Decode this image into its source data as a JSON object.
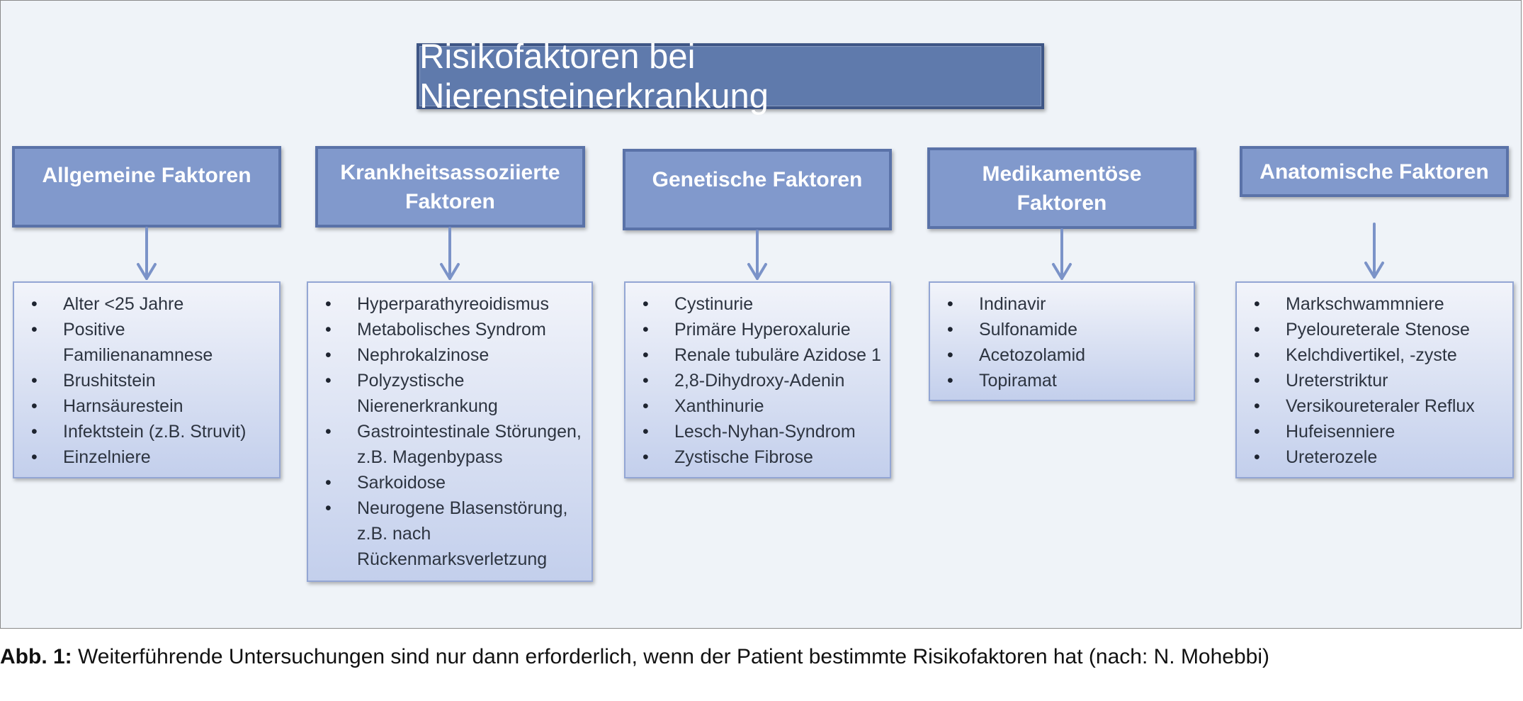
{
  "title": "Risikofaktoren bei Nierensteinerkrankung",
  "caption": {
    "label": "Abb. 1:",
    "text": " Weiterführende Untersuchungen sind nur dann erforderlich, wenn der Patient bestimmte Risikofaktoren hat (nach: N. Mohebbi)"
  },
  "categories": [
    {
      "header": "Allgemeine Faktoren",
      "items": [
        "Alter <25 Jahre",
        "Positive Familienanamnese",
        "Brushitstein",
        "Harnsäurestein",
        "Infektstein (z.B. Struvit)",
        "Einzelniere"
      ]
    },
    {
      "header": "Krankheitsassoziierte Faktoren",
      "items": [
        "Hyperparathyreoidismus",
        "Metabolisches Syndrom",
        "Nephrokalzinose",
        "Polyzystische Nierenerkrankung",
        "Gastrointestinale Störungen, z.B. Magenbypass",
        "Sarkoidose",
        "Neurogene Blasenstörung, z.B. nach Rückenmarksverletzung"
      ]
    },
    {
      "header": "Genetische Faktoren",
      "items": [
        "Cystinurie",
        "Primäre Hyperoxalurie",
        "Renale tubuläre Azidose 1",
        "2,8-Dihydroxy-Adenin",
        "Xanthinurie",
        "Lesch-Nyhan-Syndrom",
        "Zystische Fibrose"
      ]
    },
    {
      "header": "Medikamentöse Faktoren",
      "items": [
        "Indinavir",
        "Sulfonamide",
        "Acetozolamid",
        "Topiramat"
      ]
    },
    {
      "header": "Anatomische Faktoren",
      "items": [
        "Markschwammniere",
        "Pyeloureterale Stenose",
        "Kelchdivertikel, -zyste",
        "Ureterstriktur",
        "Versikoureteraler Reflux",
        "Hufeisenniere",
        "Ureterozele"
      ]
    }
  ],
  "colors": {
    "title_fill": "#5f7aac",
    "header_fill": "#8199cc",
    "arrow": "#7b93c8",
    "list_border": "#93a6d4"
  }
}
